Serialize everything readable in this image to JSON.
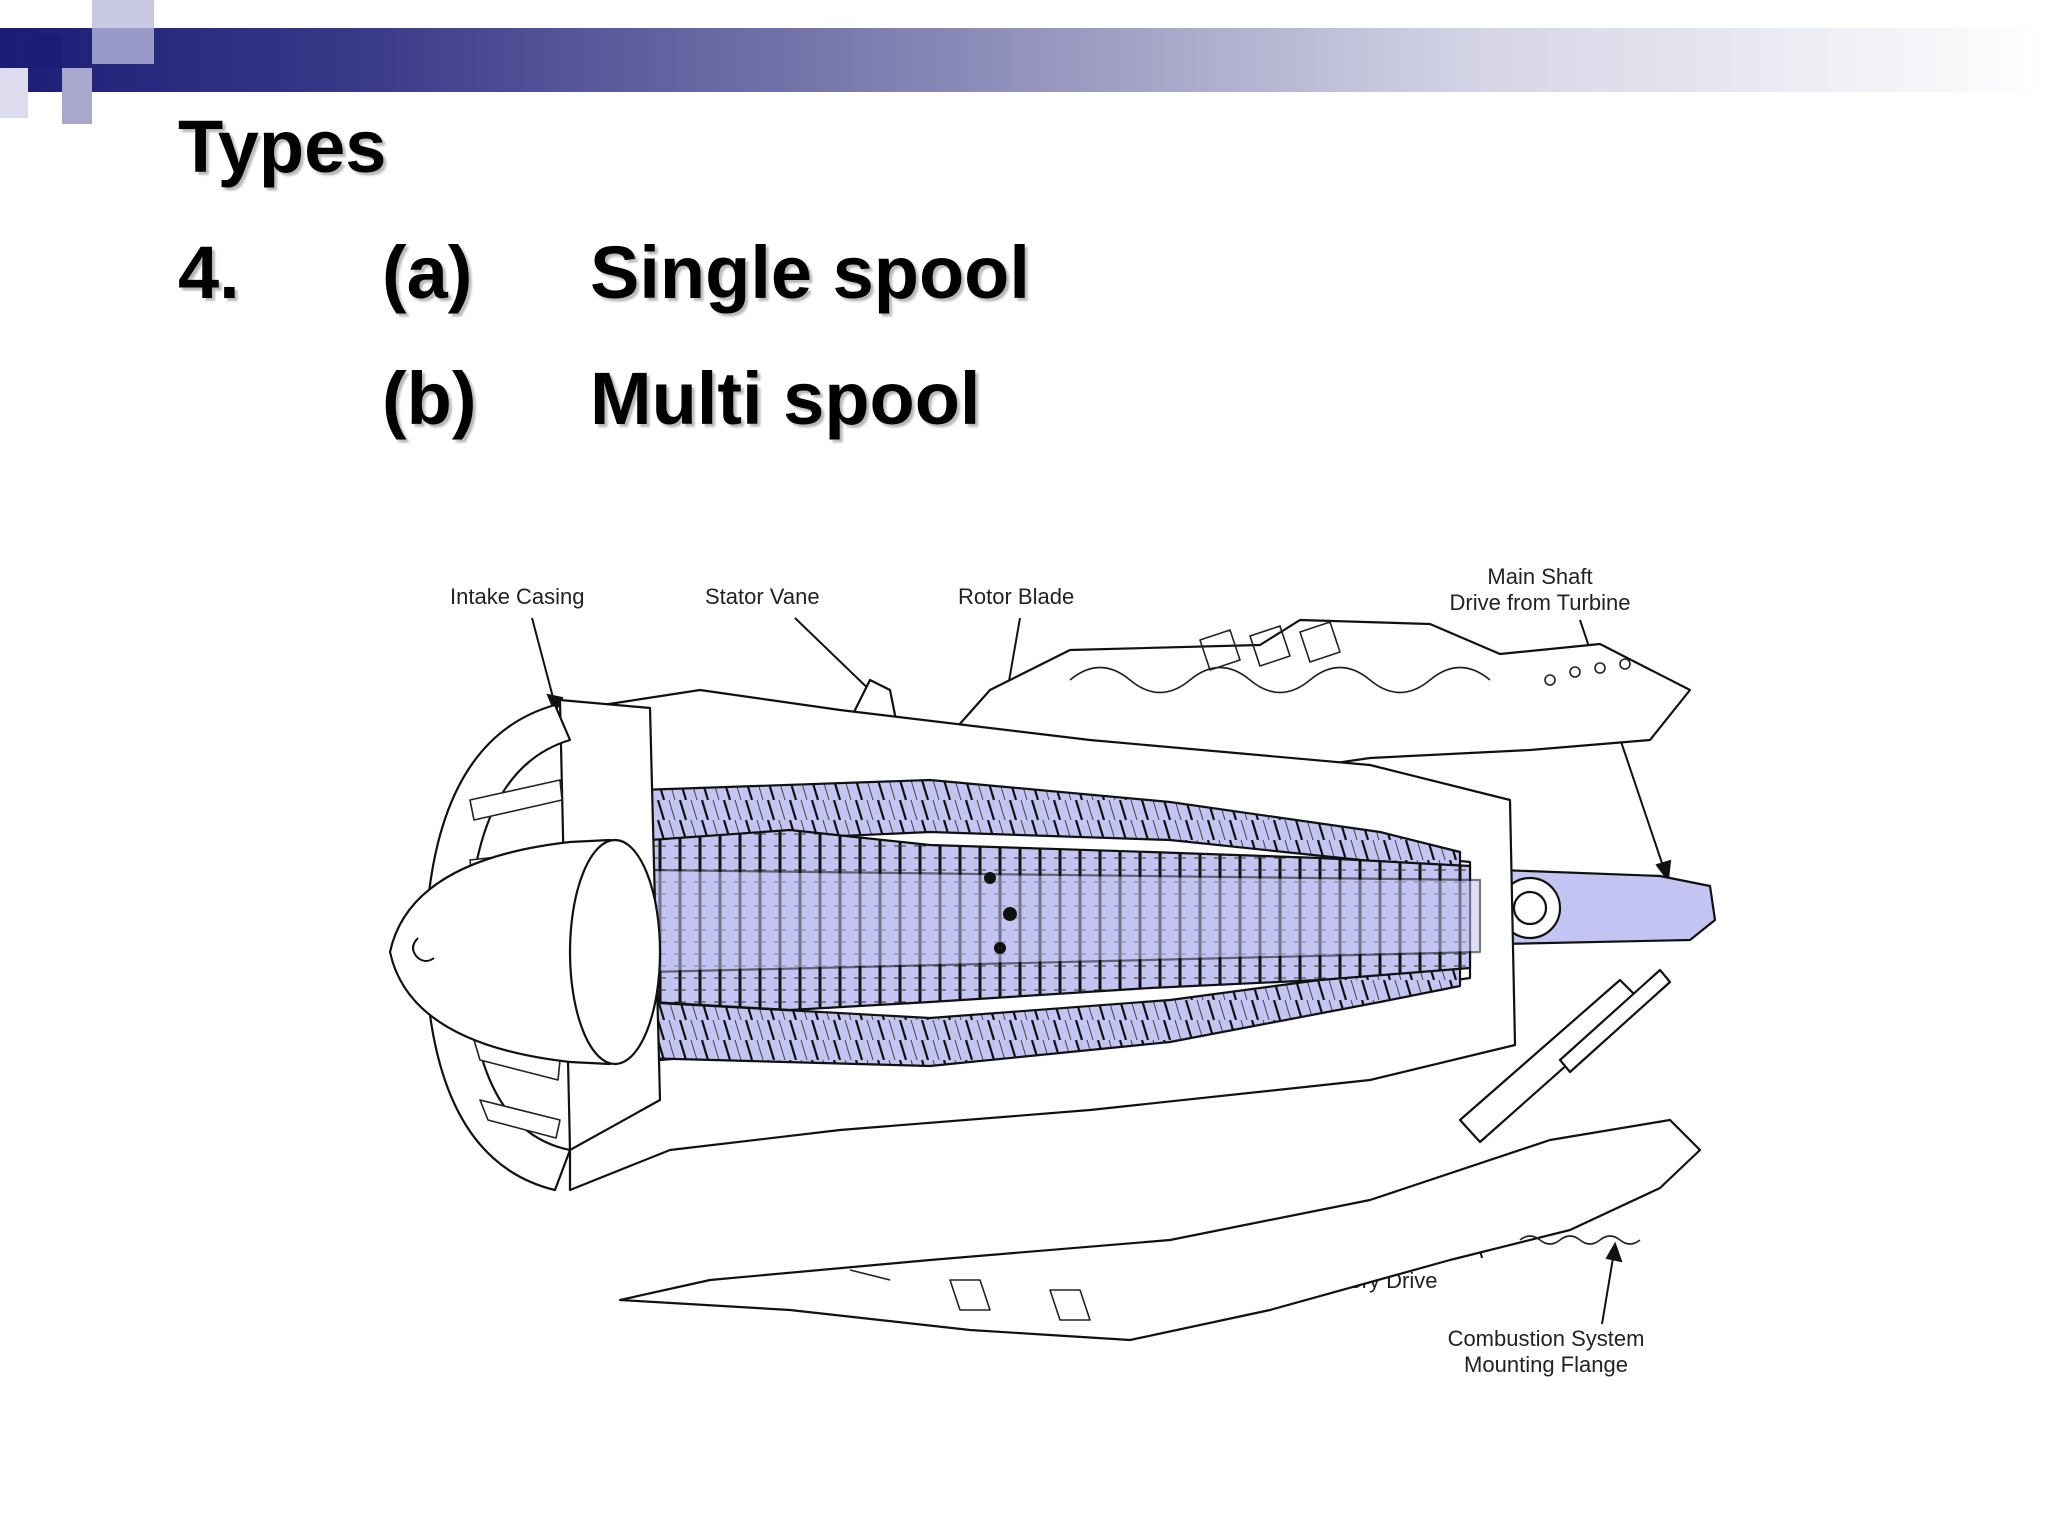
{
  "slide": {
    "title": "Types",
    "items": [
      {
        "number": "4.",
        "letter": "(a)",
        "text": "Single spool"
      },
      {
        "number": "",
        "letter": "(b)",
        "text": "Multi spool"
      }
    ]
  },
  "diagram": {
    "labels": {
      "intake_casing": "Intake Casing",
      "stator_vane": "Stator Vane",
      "rotor_blade": "Rotor Blade",
      "main_shaft_line1": "Main Shaft",
      "main_shaft_line2": "Drive from Turbine",
      "accessory_drive": "Accessory Drive",
      "combustion_line1": "Combustion System",
      "combustion_line2": "Mounting Flange"
    },
    "colors": {
      "highlight": "#c4c4f2",
      "line": "#111111"
    }
  },
  "theme": {
    "bar_dark": "#1c1c76",
    "square_light": "#9a9ac8"
  }
}
